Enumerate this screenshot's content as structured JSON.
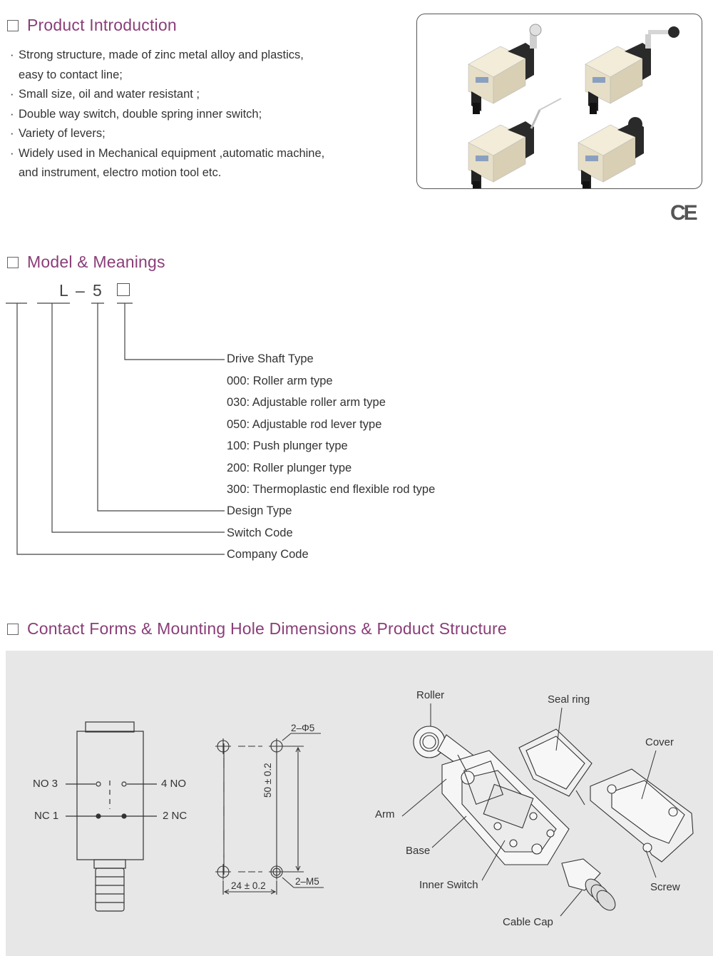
{
  "sections": {
    "intro_title": "Product Introduction",
    "model_title": "Model & Meanings",
    "contact_title": "Contact Forms & Mounting Hole Dimensions & Product Structure"
  },
  "intro_items": [
    "Strong structure, made of zinc metal alloy and plastics,\neasy to contact line;",
    "Small size, oil and water resistant ;",
    "Double way switch, double spring inner switch;",
    "Variety of levers;",
    "Widely used in Mechanical equipment ,automatic machine,\nand instrument, electro motion tool etc."
  ],
  "certification": "CE",
  "model_code": {
    "letter": "L",
    "dash": "–",
    "number": "5"
  },
  "meanings": {
    "drive_shaft_title": "Drive Shaft Type",
    "drive_shaft_options": [
      "000: Roller arm type",
      "030: Adjustable roller arm type",
      "050: Adjustable rod lever type",
      "100: Push plunger type",
      "200: Roller plunger type",
      "300: Thermoplastic end flexible rod type"
    ],
    "design_type": "Design Type",
    "switch_code": "Switch Code",
    "company_code": "Company Code"
  },
  "contact_form": {
    "no3": "NO 3",
    "no4": "4 NO",
    "nc1": "NC 1",
    "nc2": "2 NC"
  },
  "mounting": {
    "hole_spec": "2–Φ5",
    "thread_spec": "2–M5",
    "height_dim": "50 ± 0.2",
    "width_dim": "24 ± 0.2"
  },
  "structure": {
    "roller": "Roller",
    "seal_ring": "Seal ring",
    "cover": "Cover",
    "arm": "Arm",
    "base": "Base",
    "inner_switch": "Inner Switch",
    "screw": "Screw",
    "cable_cap": "Cable Cap"
  },
  "colors": {
    "title": "#8a3e78",
    "panel": "#e7e7e7",
    "product_body": "#e8e0c8",
    "product_dark": "#2a2a2a"
  }
}
